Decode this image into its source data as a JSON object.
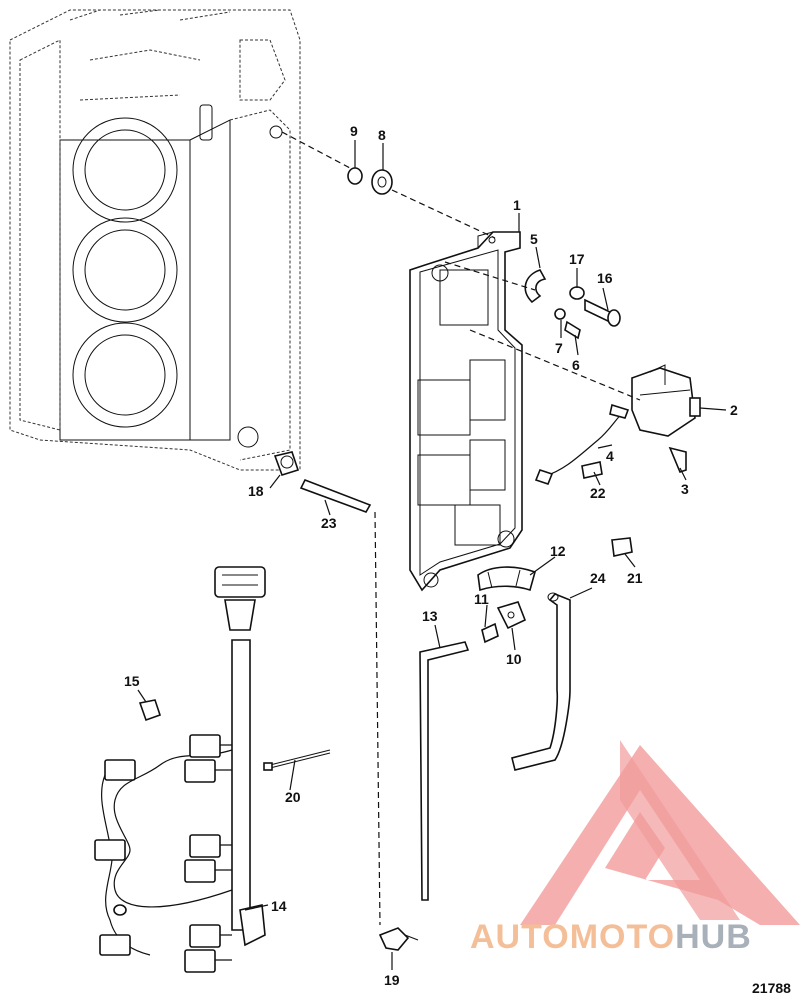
{
  "callouts": [
    {
      "id": "1",
      "label": "1"
    },
    {
      "id": "2",
      "label": "2"
    },
    {
      "id": "3",
      "label": "3"
    },
    {
      "id": "4",
      "label": "4"
    },
    {
      "id": "5",
      "label": "5"
    },
    {
      "id": "6",
      "label": "6"
    },
    {
      "id": "7",
      "label": "7"
    },
    {
      "id": "8",
      "label": "8"
    },
    {
      "id": "9",
      "label": "9"
    },
    {
      "id": "10",
      "label": "10"
    },
    {
      "id": "11",
      "label": "11"
    },
    {
      "id": "12",
      "label": "12"
    },
    {
      "id": "13",
      "label": "13"
    },
    {
      "id": "14",
      "label": "14"
    },
    {
      "id": "15",
      "label": "15"
    },
    {
      "id": "16",
      "label": "16"
    },
    {
      "id": "17",
      "label": "17"
    },
    {
      "id": "18",
      "label": "18"
    },
    {
      "id": "19",
      "label": "19"
    },
    {
      "id": "20",
      "label": "20"
    },
    {
      "id": "21",
      "label": "21"
    },
    {
      "id": "22",
      "label": "22"
    },
    {
      "id": "23",
      "label": "23"
    },
    {
      "id": "24",
      "label": "24"
    }
  ],
  "figure_number": "21788",
  "watermark": {
    "part1": "AUTO",
    "part2": "MOTO",
    "part3": "HUB",
    "color_light": "#f3b487",
    "color_dark": "#9aa3ad",
    "logo_color": "#f08a8a"
  }
}
